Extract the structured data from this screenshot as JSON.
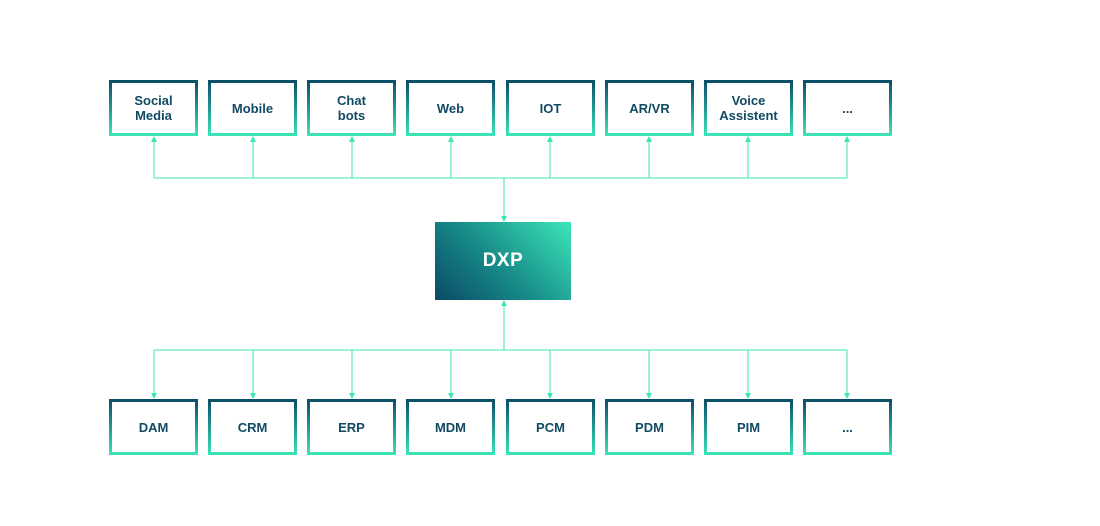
{
  "top_channels": [
    {
      "label": "Social\nMedia"
    },
    {
      "label": "Mobile"
    },
    {
      "label": "Chat\nbots"
    },
    {
      "label": "Web"
    },
    {
      "label": "IOT"
    },
    {
      "label": "AR/VR"
    },
    {
      "label": "Voice\nAssistent"
    },
    {
      "label": "..."
    }
  ],
  "center": {
    "label": "DXP"
  },
  "bottom_systems": [
    {
      "label": "DAM"
    },
    {
      "label": "CRM"
    },
    {
      "label": "ERP"
    },
    {
      "label": "MDM"
    },
    {
      "label": "PCM"
    },
    {
      "label": "PDM"
    },
    {
      "label": "PIM"
    },
    {
      "label": "..."
    }
  ],
  "colors": {
    "connector": "#3be6b8",
    "text": "#114a63",
    "gradient_dark": "#0a4a66",
    "gradient_light": "#3be6b8"
  }
}
